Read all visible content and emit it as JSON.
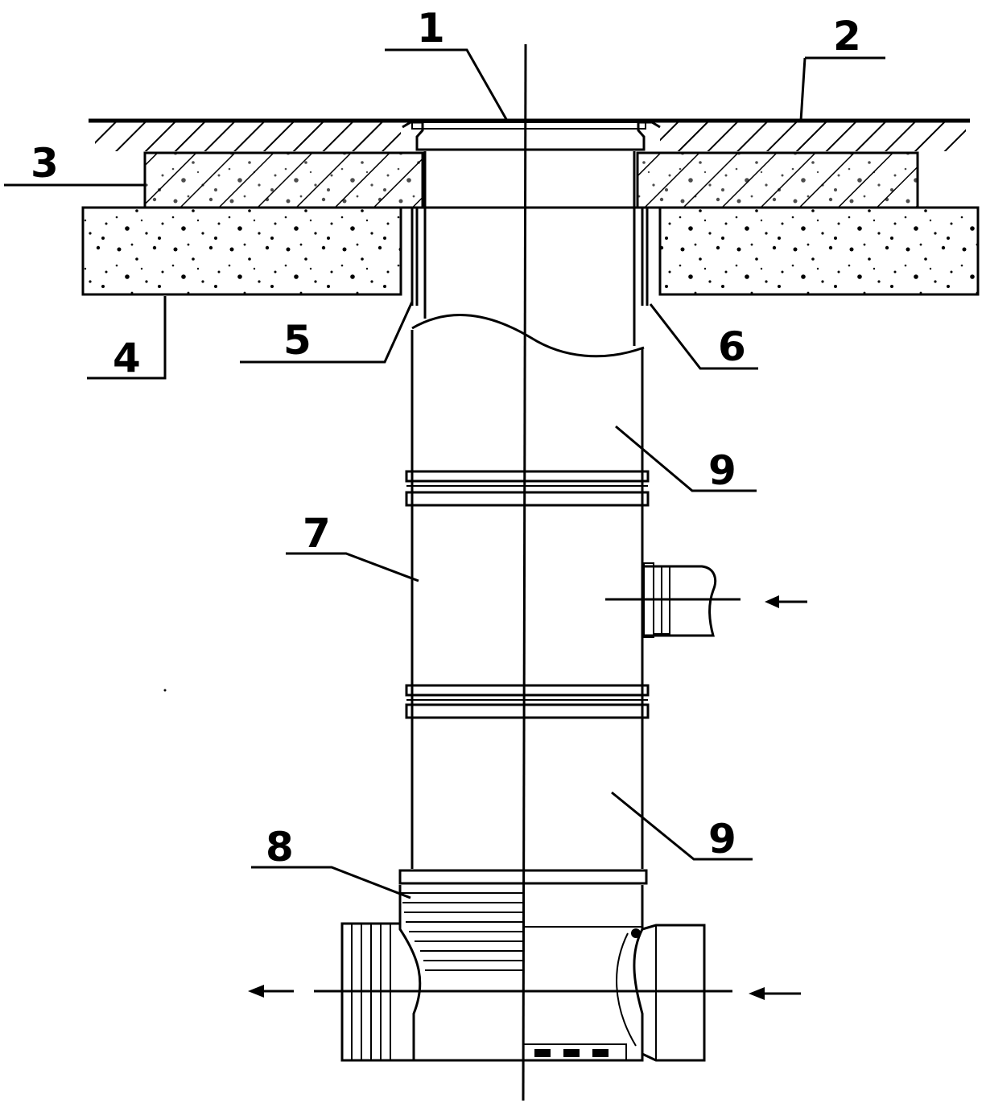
{
  "callouts": {
    "c1": "1",
    "c2": "2",
    "c3": "3",
    "c4": "4",
    "c5": "5",
    "c6": "6",
    "c7": "7",
    "c8": "8",
    "c9a": "9",
    "c9b": "9"
  },
  "colors": {
    "line": "#000000",
    "background": "#ffffff"
  }
}
